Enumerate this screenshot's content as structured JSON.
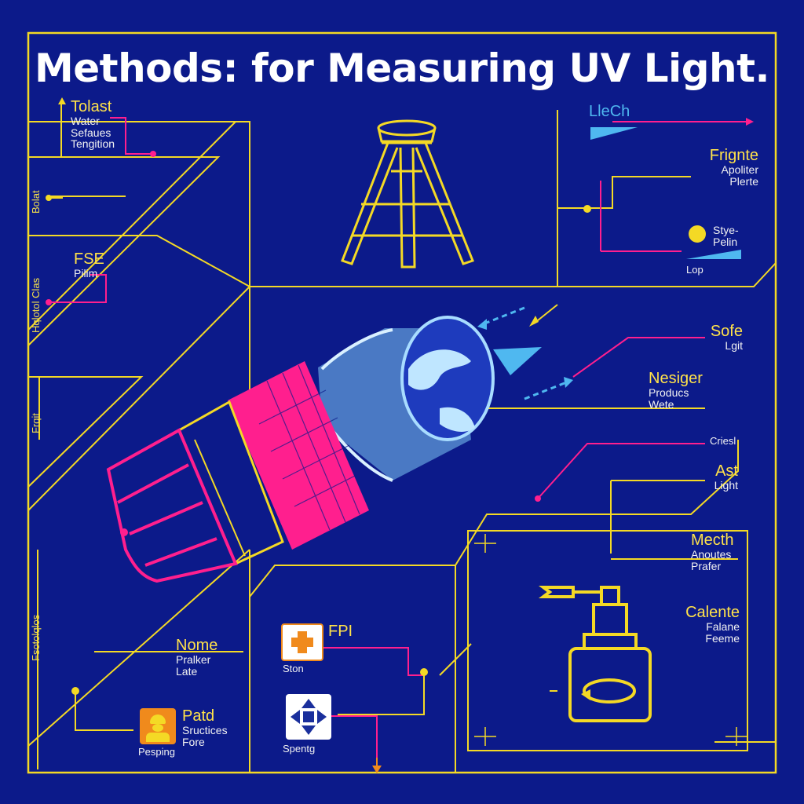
{
  "title": "Methods: for Measuring UV Light.",
  "labels": {
    "tolast": {
      "h": "Tolast",
      "l1": "Water",
      "l2": "Sefaues",
      "l3": "Tengition"
    },
    "fse": {
      "h": "FSE",
      "l1": "Pilim"
    },
    "liech": {
      "h": "LleCh"
    },
    "frignte": {
      "h": "Frignte",
      "l1": "Apoliter",
      "l2": "Plerte"
    },
    "styepelin": {
      "l1": "Stye-",
      "l2": "Pelin"
    },
    "lop": {
      "l1": "Lop"
    },
    "sofe": {
      "h": "Sofe",
      "l1": "Lgit"
    },
    "nesiger": {
      "h": "Nesiger",
      "l1": "Producs",
      "l2": "Wete"
    },
    "criesl": {
      "l1": "Criesl"
    },
    "ast": {
      "h": "Ast",
      "l1": "Light"
    },
    "mecth": {
      "h": "Mecth",
      "l1": "Anoutes",
      "l2": "Prafer"
    },
    "calente": {
      "h": "Calente",
      "l1": "Falane",
      "l2": "Feeme"
    },
    "nome": {
      "h": "Nome",
      "l1": "Pralker",
      "l2": "Late"
    },
    "fpi": {
      "h": "FPI",
      "l1": "Ston"
    },
    "patd": {
      "h": "Patd",
      "l1": "Sructices",
      "l2": "Fore",
      "l3": "Pesping"
    },
    "spentg": {
      "l1": "Spentg"
    }
  },
  "vertical_labels": {
    "bottom_left": "Fsotolqlos",
    "mid_left": "Frqit",
    "upper_left": "Hqlotol Clas",
    "top_left": "Bolat"
  },
  "colors": {
    "background": "#0c1a8a",
    "yellow": "#f4d925",
    "magenta": "#ff1f8e",
    "light_blue": "#4fb8f0",
    "white": "#ffffff",
    "orange": "#f08a1c"
  },
  "icons": [
    "tripod-icon",
    "uv-meter-device-icon",
    "globe-icon",
    "medical-cross-icon",
    "move-arrows-icon",
    "worker-icon",
    "spray-bottle-icon",
    "sun-icon"
  ]
}
